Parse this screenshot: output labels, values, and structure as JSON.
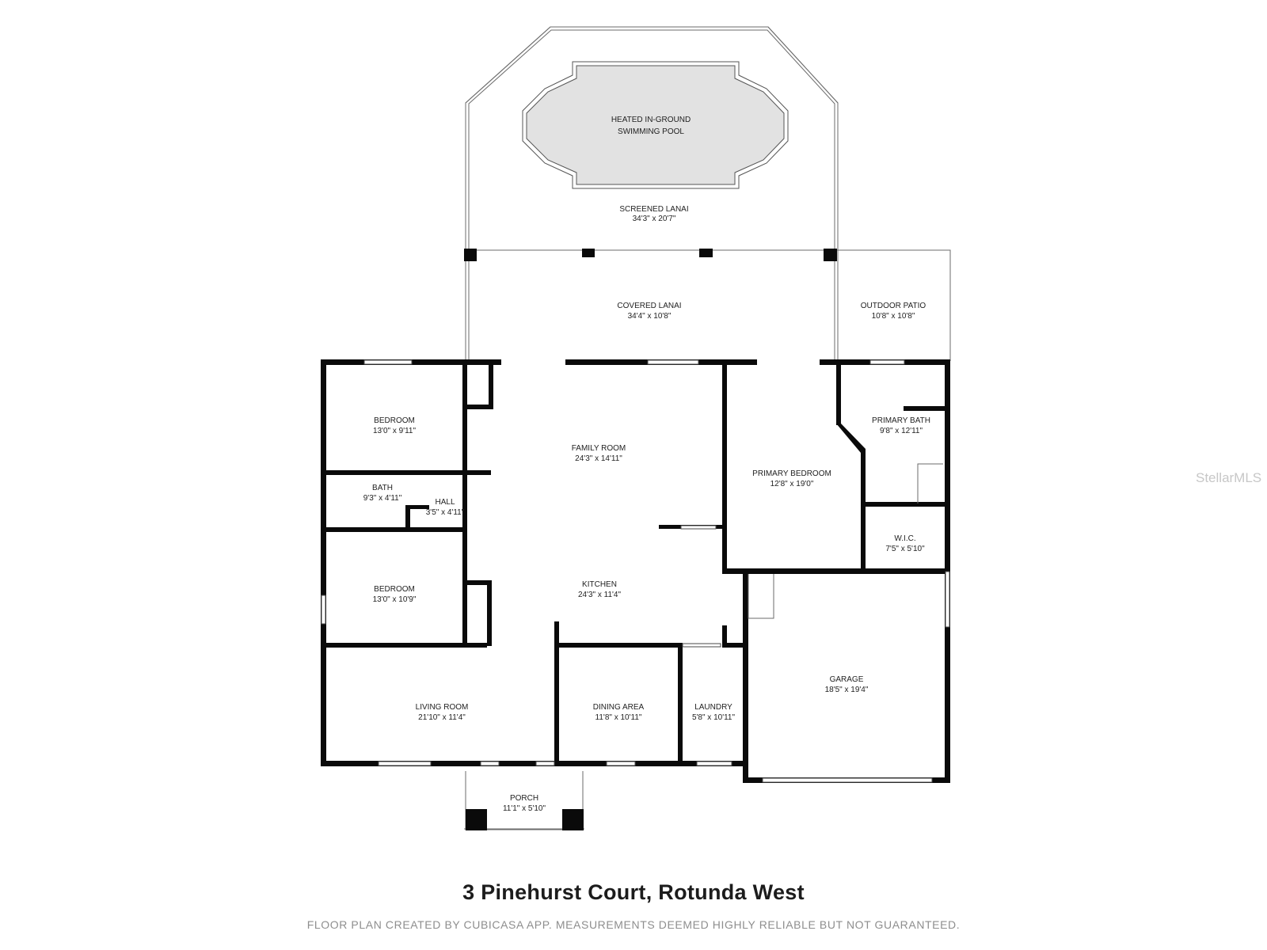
{
  "rooms": [
    {
      "name": "HEATED IN-GROUND",
      "dims": "SWIMMING POOL"
    },
    {
      "name": "SCREENED LANAI",
      "dims": "34'3\" x 20'7\""
    },
    {
      "name": "COVERED LANAI",
      "dims": "34'4\" x 10'8\""
    },
    {
      "name": "OUTDOOR PATIO",
      "dims": "10'8\" x 10'8\""
    },
    {
      "name": "BEDROOM",
      "dims": "13'0\" x 9'11\""
    },
    {
      "name": "FAMILY ROOM",
      "dims": "24'3\" x 14'11\""
    },
    {
      "name": "PRIMARY BATH",
      "dims": "9'8\" x 12'11\""
    },
    {
      "name": "PRIMARY BEDROOM",
      "dims": "12'8\" x 19'0\""
    },
    {
      "name": "BATH",
      "dims": "9'3\" x 4'11\""
    },
    {
      "name": "HALL",
      "dims": "3'5\" x 4'11\""
    },
    {
      "name": "W.I.C.",
      "dims": "7'5\" x 5'10\""
    },
    {
      "name": "BEDROOM",
      "dims": "13'0\" x 10'9\""
    },
    {
      "name": "KITCHEN",
      "dims": "24'3\" x 11'4\""
    },
    {
      "name": "GARAGE",
      "dims": "18'5\" x 19'4\""
    },
    {
      "name": "LIVING ROOM",
      "dims": "21'10\" x 11'4\""
    },
    {
      "name": "DINING AREA",
      "dims": "11'8\" x 10'11\""
    },
    {
      "name": "LAUNDRY",
      "dims": "5'8\" x 10'11\""
    },
    {
      "name": "PORCH",
      "dims": "11'1\" x 5'10\""
    }
  ],
  "address": "3 Pinehurst Court, Rotunda West",
  "disclaimer": "FLOOR PLAN CREATED BY CUBICASA APP. MEASUREMENTS DEEMED HIGHLY RELIABLE BUT NOT GUARANTEED.",
  "watermark": "StellarMLS",
  "colors": {
    "wall": "#0a0a0a",
    "pool_fill": "#e2e2e2",
    "text": "#222222"
  }
}
